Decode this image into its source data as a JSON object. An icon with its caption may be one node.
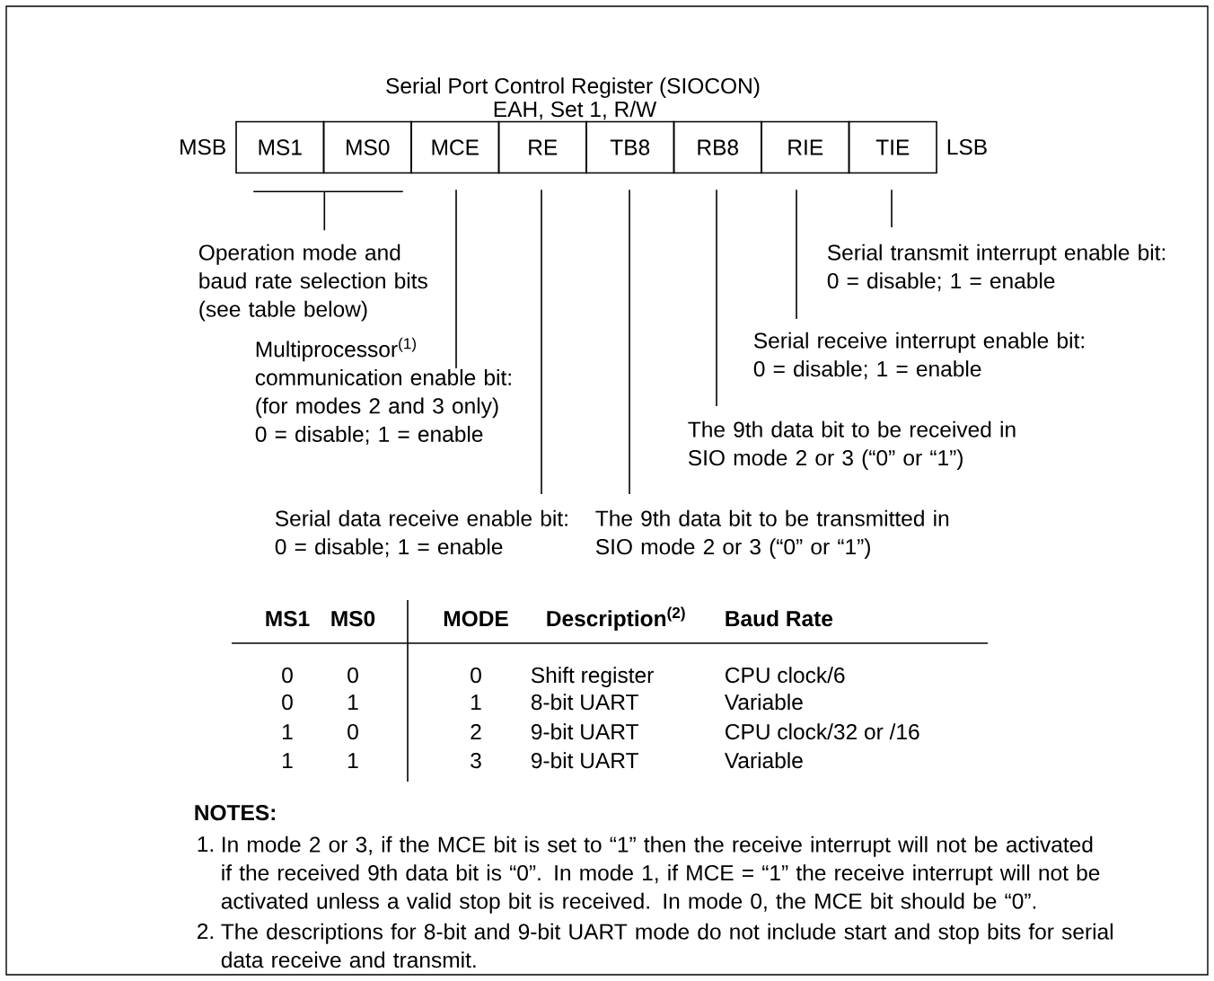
{
  "diagram": {
    "title": "Serial Port Control Register (SIOCON)",
    "nodes": [
      {
        "text": [
          "MS1"
        ],
        "beside": [
          "MSB"
        ]
      },
      {
        "text": [
          "MS0"
        ]
      },
      {
        "text": [
          "MCE"
        ]
      },
      {
        "text": [
          "RE"
        ]
      },
      {
        "text": [
          "TB8"
        ]
      },
      {
        "text": [
          "RB8"
        ]
      },
      {
        "text": [
          "RIE"
        ]
      },
      {
        "text": [
          "TIE"
        ],
        "beside": [
          "LSB"
        ]
      },
      {
        "text": [
          "Operation mode and baud rate selection bits (see table below)"
        ]
      },
      {
        "text": [
          "Multiprocessor$^{(1)}$ communication enable bit:",
          "(for modes 2 and 3 only)",
          "0 = disable; 1 = enable"
        ]
      },
      {
        "text": [
          "Serial data receive enable bit:",
          "0 = disable; 1 = enable"
        ]
      },
      {
        "text": [
          "The 9th data bit to be transmitted in SIO mode 2 or 3 (“0” or “1”)"
        ]
      },
      {
        "text": [
          "The 9th data bit to be received in SIO mode 2 or 3 (“0” or “1”)"
        ]
      },
      {
        "text": [
          "Serial receive interrupt enable bit:",
          "0 = disable; 1 = enable"
        ]
      },
      {
        "text": [
          "Serial transmit interrupt enable bit:",
          "0 = disable; 1 = enable"
        ]
      }
    ],
    "edges": [
      {
        "from": 8,
        "to": 0,
        "arrow": "none"
      },
      {
        "from": 8,
        "to": 1,
        "arrow": "none"
      },
      {
        "from": 9,
        "to": 2,
        "arrow": "none"
      },
      {
        "from": 10,
        "to": 3,
        "arrow": "none"
      },
      {
        "from": 11,
        "to": 4,
        "arrow": "none"
      },
      {
        "from": 12,
        "to": 5,
        "arrow": "none"
      },
      {
        "from": 13,
        "to": 6,
        "arrow": "none"
      },
      {
        "from": 14,
        "to": 7,
        "arrow": "none"
      }
    ],
    "labels": [
      "EAH, Set 1, R/W",
      "MS1",
      "MS0",
      "MODE",
      "Description$^{(2)}$",
      "Baud Rate",
      "0",
      "0",
      "0",
      "Shift register",
      "CPU clock/6",
      "0",
      "1",
      "1",
      "8-bit UART",
      "Variable",
      "1",
      "0",
      "2",
      "9-bit UART",
      "CPU clock/32 or /16",
      "1",
      "1",
      "3",
      "9-bit UART",
      "Variable",
      "NOTES:",
      "1.",
      "In mode 2 or 3, if the MCE bit is set to “1” then the receive interrupt will not be activated if the received 9th data bit is “0”. In mode 1, if MCE = “1” the receive interrupt will not be activated unless a valid stop bit is received. In mode 0, the MCE bit should be “0”.",
      "2.",
      "The descriptions for 8-bit and 9-bit UART mode do not include start and stop bits for serial data receive and transmit."
    ]
  }
}
